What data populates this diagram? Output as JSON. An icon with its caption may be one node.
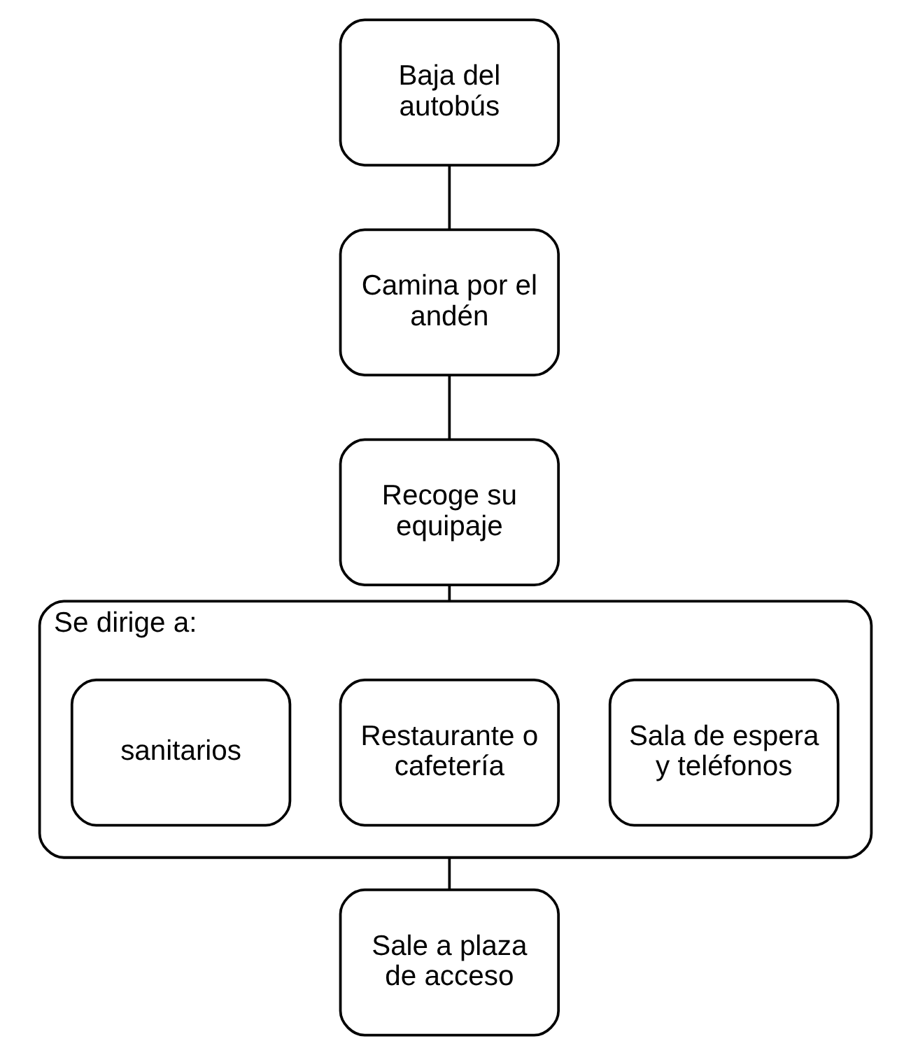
{
  "diagram": {
    "nodes": [
      {
        "text": [
          "Baja del autobús"
        ]
      },
      {
        "text": [
          "Camina por el andén"
        ]
      },
      {
        "text": [
          "Recoge su equipaje"
        ]
      },
      {
        "text": [
          "Se dirige a:"
        ]
      },
      {
        "text": [
          "Sala de espera y teléfonos"
        ],
        "in": 3
      },
      {
        "text": [
          "Restaurante o cafetería"
        ],
        "in": 3
      },
      {
        "text": [
          "sanitarios"
        ],
        "in": 3
      },
      {
        "text": [
          "Sale a plaza de acceso"
        ]
      }
    ],
    "edges": [
      {
        "from": 0,
        "to": 1,
        "arrow": "none"
      },
      {
        "from": 1,
        "to": 2,
        "arrow": "none"
      },
      {
        "from": 2,
        "to": 3,
        "arrow": "none"
      },
      {
        "from": 3,
        "to": 7,
        "arrow": "none"
      }
    ]
  }
}
